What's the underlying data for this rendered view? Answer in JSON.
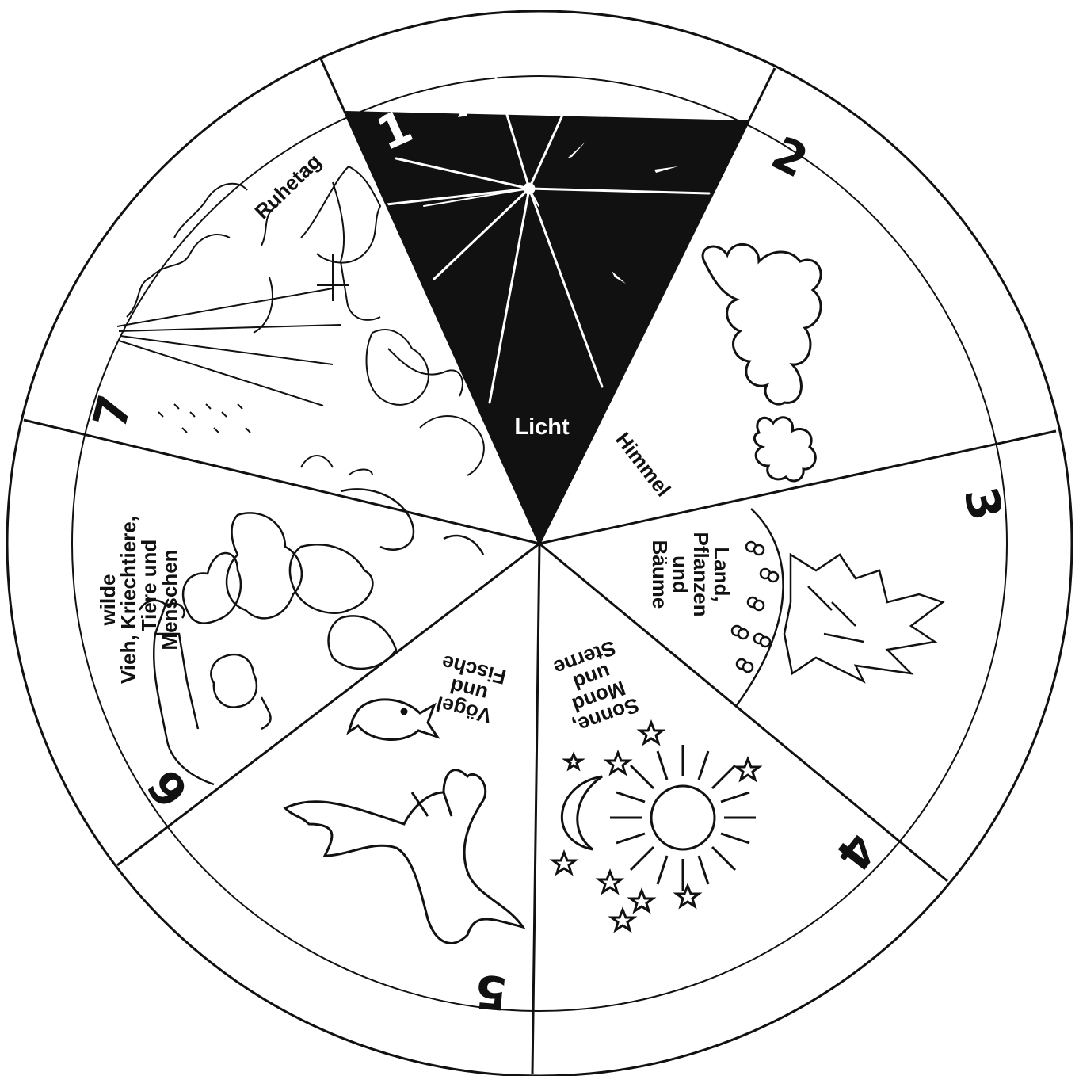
{
  "colors": {
    "ink": "#111111",
    "paper": "#ffffff",
    "ray": "#ffffff"
  },
  "segments": [
    {
      "number": "1",
      "lines": [
        "Licht"
      ]
    },
    {
      "number": "2",
      "lines": [
        "Himmel"
      ]
    },
    {
      "number": "3",
      "lines": [
        "Land,",
        "Pflanzen",
        "und",
        "Bäume"
      ]
    },
    {
      "number": "4",
      "lines": [
        "Sonne,",
        "Mond",
        "und",
        "Sterne"
      ]
    },
    {
      "number": "5",
      "lines": [
        "Vögel",
        "und",
        "Fische"
      ]
    },
    {
      "number": "6",
      "lines": [
        "Vieh, Kriechtiere,",
        "wilde",
        "Tiere und",
        "Menschen"
      ]
    },
    {
      "number": "7",
      "lines": [
        "Ruhetag"
      ]
    }
  ],
  "illustrations": [
    "star-burst-icon",
    "cloud-icon",
    "tree-icon",
    "sun-moon-stars-icon",
    "bird-fish-icon",
    "animals-humans-icon",
    "garden-rest-icon"
  ]
}
